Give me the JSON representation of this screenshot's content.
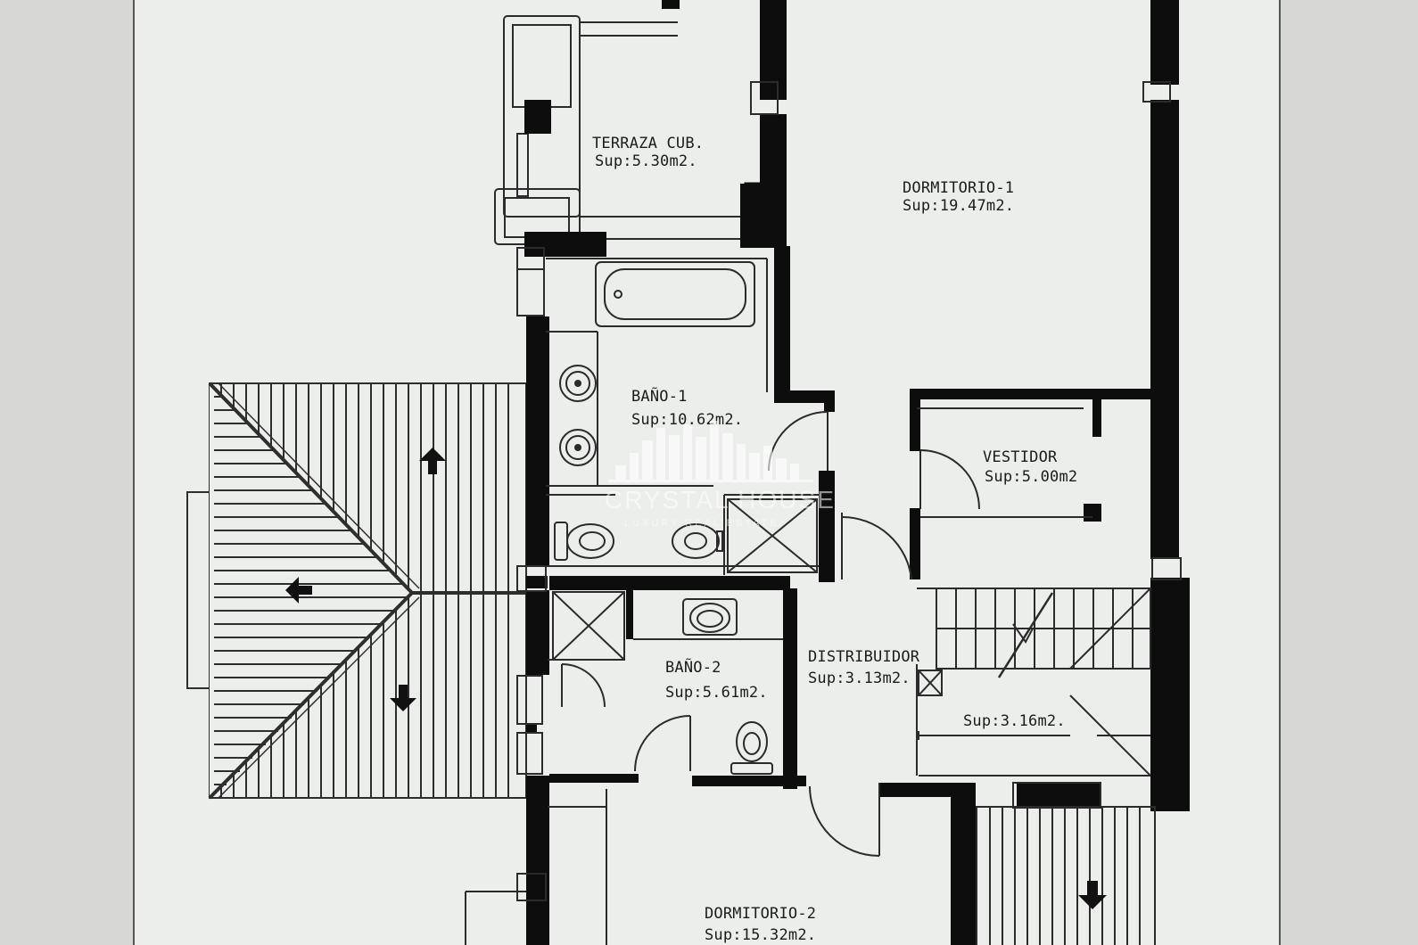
{
  "rooms": {
    "terraza": {
      "name": "TERRAZA CUB.",
      "area": "Sup:5.30m2."
    },
    "dormitorio1": {
      "name": "DORMITORIO-1",
      "area": "Sup:19.47m2."
    },
    "bano1": {
      "name": "BAÑO-1",
      "area": "Sup:10.62m2."
    },
    "vestidor": {
      "name": "VESTIDOR",
      "area": "Sup:5.00m2"
    },
    "distribuidor": {
      "name": "DISTRIBUIDOR",
      "area": "Sup:3.13m2."
    },
    "bano2": {
      "name": "BAÑO-2",
      "area": "Sup:5.61m2."
    },
    "escalera": {
      "area": "Sup:3.16m2."
    },
    "dormitorio2": {
      "name": "DORMITORIO-2",
      "area": "Sup:15.32m2."
    }
  },
  "watermark": {
    "brand": "CRYSTAL HOUSE",
    "tagline": "LUXURY REAL ESTATE"
  },
  "colors": {
    "background": "#d7d8d5",
    "paper": "#eceeeb",
    "wall": "#0d0d0d",
    "line": "#2b2b2b"
  }
}
